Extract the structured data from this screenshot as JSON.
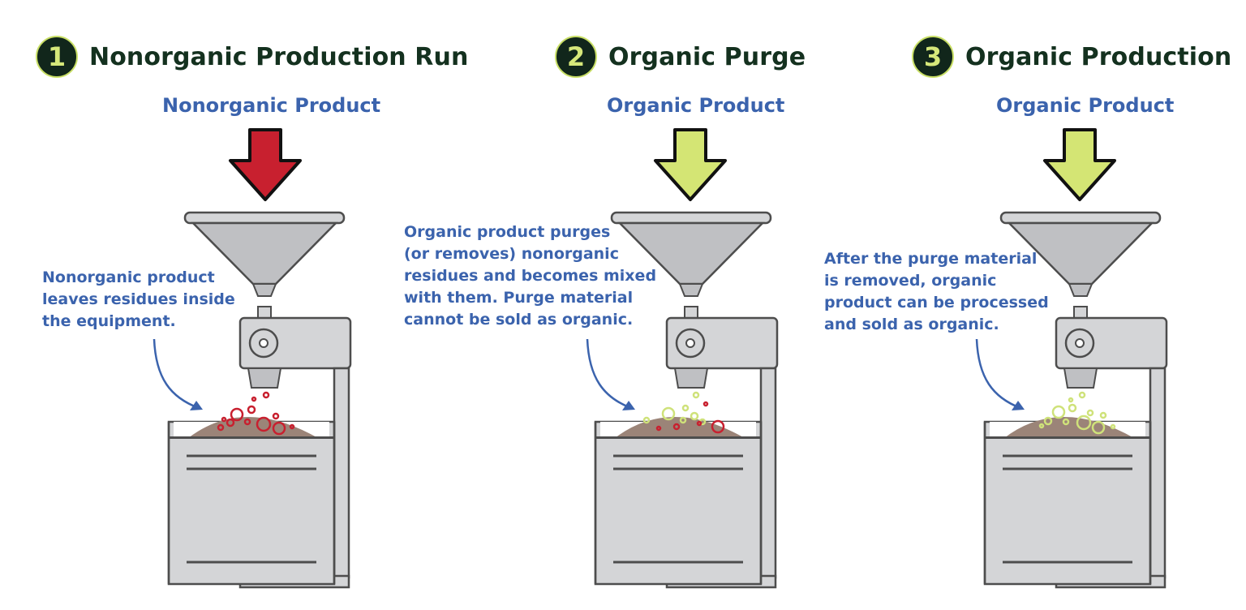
{
  "colors": {
    "title_text": "#14311f",
    "badge_fill": "#11261b",
    "badge_ring": "#c9df66",
    "label_blue": "#3b63ad",
    "arrow_red": "#c8202f",
    "arrow_green": "#d4e574",
    "residue_red": "#c8202f",
    "residue_green": "#cfe27a",
    "pile": "#9b8478",
    "machine_gray": "#d4d5d7",
    "outline": "#4d4d4d"
  },
  "panels": [
    {
      "step": "1",
      "title": "Nonorganic Production Run",
      "input_label": "Nonorganic Product",
      "arrow_color": "red",
      "caption": "Nonorganic product\nleaves residues inside\nthe equipment.",
      "residue_icon": "red-residue-bubbles"
    },
    {
      "step": "2",
      "title": "Organic Purge",
      "input_label": "Organic Product",
      "arrow_color": "green",
      "caption": "Organic product purges\n(or removes) nonorganic\nresidues and becomes mixed\nwith them. Purge material\ncannot be sold as organic.",
      "residue_icon": "mixed-residue-bubbles"
    },
    {
      "step": "3",
      "title": "Organic Production",
      "input_label": "Organic Product",
      "arrow_color": "green",
      "caption": "After the purge material\n is removed, organic\nproduct can be processed\nand sold as organic.",
      "residue_icon": "green-residue-bubbles"
    }
  ]
}
